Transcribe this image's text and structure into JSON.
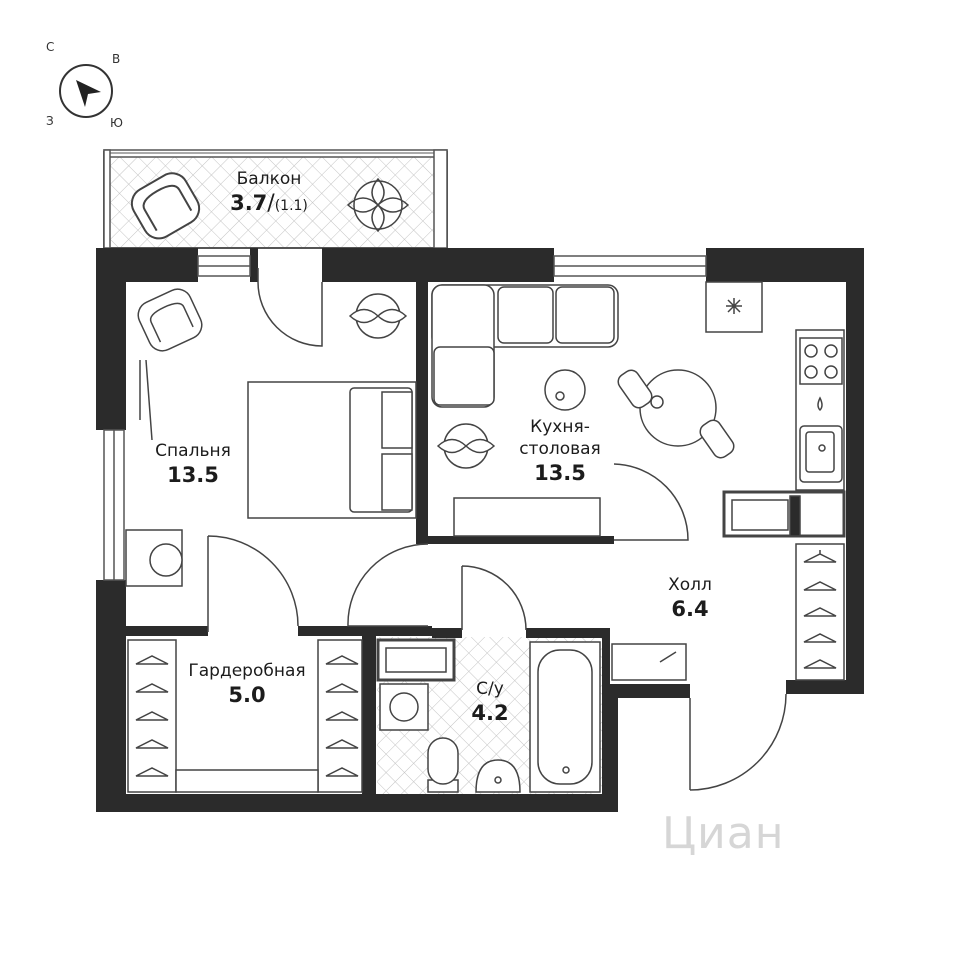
{
  "compass": {
    "north": "С",
    "east": "В",
    "south": "Ю",
    "west": "З"
  },
  "rooms": {
    "balcony": {
      "name": "Балкон",
      "area": "3.7",
      "area_extra": "(1.1)"
    },
    "bedroom": {
      "name": "Спальня",
      "area": "13.5"
    },
    "kitchen": {
      "name_line1": "Кухня-",
      "name_line2": "столовая",
      "area": "13.5"
    },
    "hall": {
      "name": "Холл",
      "area": "6.4"
    },
    "wardrobe": {
      "name": "Гардеробная",
      "area": "5.0"
    },
    "bathroom": {
      "name": "С/у",
      "area": "4.2"
    }
  },
  "watermark": "Циан",
  "colors": {
    "wall": "#2b2b2b",
    "line": "#555555",
    "tile": "#bdbdbd"
  }
}
